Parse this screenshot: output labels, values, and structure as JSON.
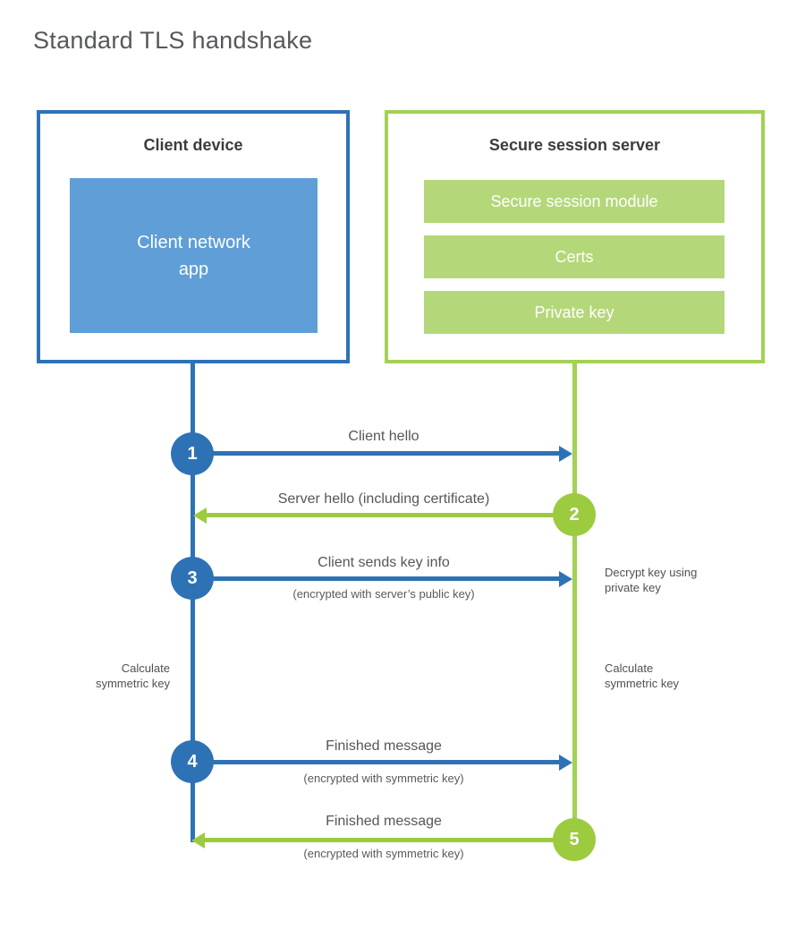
{
  "title": "Standard TLS handshake",
  "colors": {
    "blue_stroke": "#2e72b6",
    "blue_fill": "#5f9ed7",
    "green_stroke": "#a2d156",
    "green_circle": "#9ccb40",
    "green_fill": "#b4d77a",
    "text_dark": "#3b3c3e",
    "text_gray": "#55565a"
  },
  "client": {
    "title": "Client device",
    "app_label": "Client network\napp"
  },
  "server": {
    "title": "Secure session server",
    "modules": [
      "Secure session module",
      "Certs",
      "Private key"
    ]
  },
  "steps": [
    {
      "num": "1",
      "actor": "client",
      "direction": "right",
      "label": "Client hello",
      "sub": ""
    },
    {
      "num": "2",
      "actor": "server",
      "direction": "left",
      "label": "Server hello (including certificate)",
      "sub": ""
    },
    {
      "num": "3",
      "actor": "client",
      "direction": "right",
      "label": "Client sends key info",
      "sub": "(encrypted with server’s public key)"
    },
    {
      "num": "4",
      "actor": "client",
      "direction": "right",
      "label": "Finished message",
      "sub": "(encrypted with symmetric key)"
    },
    {
      "num": "5",
      "actor": "server",
      "direction": "left",
      "label": "Finished message",
      "sub": "(encrypted with symmetric key)"
    }
  ],
  "annotations": {
    "decrypt": "Decrypt key using\nprivate key",
    "calc_left": "Calculate\nsymmetric key",
    "calc_right": "Calculate\nsymmetric key"
  }
}
